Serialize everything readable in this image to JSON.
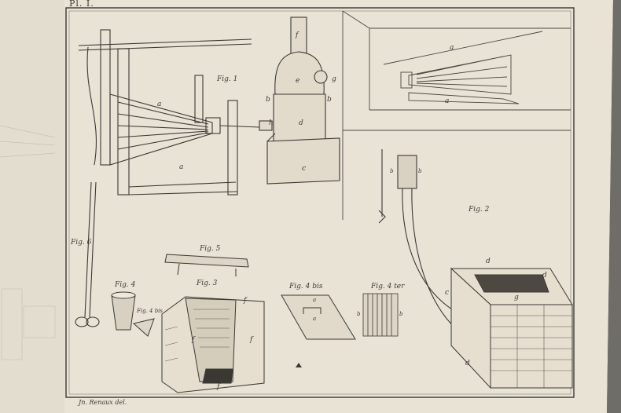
{
  "plate": {
    "title": "Pl. I.",
    "credit": "Jn. Renaux del.",
    "paper_color": "#e9e3d6",
    "ink_color": "#3b3833"
  },
  "figures": {
    "fig1": "Fig. 1",
    "fig2": "Fig. 2",
    "fig3": "Fig. 3",
    "fig4": "Fig. 4",
    "fig4bis_cone": "Fig. 4 bis",
    "fig4bis_plate": "Fig. 4 bis",
    "fig4ter": "Fig. 4 ter",
    "fig5": "Fig. 5",
    "fig6": "Fig. 6"
  },
  "letters": {
    "a_bellows1": "a",
    "a_bellows2": "a",
    "f_top": "f",
    "e_body": "e",
    "g_spout": "g",
    "b_left": "b",
    "b_right": "b",
    "h_pipe": "h",
    "d_body": "d",
    "c_base": "c",
    "a_top_right": "a",
    "a_top_right2": "a",
    "b_pipe": "b",
    "b_pipe2": "b",
    "d_box1": "d",
    "d_box2": "d",
    "d_box3": "d",
    "g_box": "g",
    "c_box": "c",
    "f_fig3_1": "f",
    "f_fig3_2": "f",
    "f_fig3_3": "f",
    "f_fig3_4": "f",
    "a_plate": "a",
    "a_plate2": "a",
    "b_ter1": "b",
    "b_ter2": "b"
  }
}
